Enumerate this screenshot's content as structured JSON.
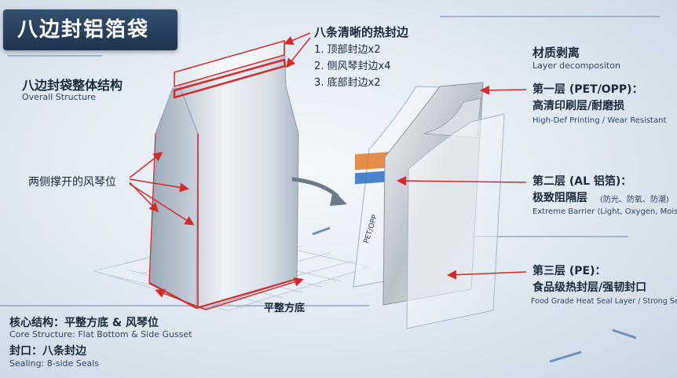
{
  "title": "八边封铝箔袋",
  "seals": {
    "heading": "八条清晰的热封边",
    "items": [
      "1. 顶部封边x2",
      "2. 侧风琴封边x4",
      "3. 底部封边x2"
    ]
  },
  "overall": {
    "cn": "八边封袋整体结构",
    "en": "Overall Structure"
  },
  "gusset_label": "两侧撑开的风琴位",
  "flat_bottom_label": "平整方底",
  "core": {
    "cn": "核心结构：平整方底 & 风琴位",
    "en": "Core Structure: Flat Bottom & Side Gusset"
  },
  "sealing": {
    "cn": "封口：八条封边",
    "en": "Sealing: 8-side Seals"
  },
  "layers_heading": {
    "cn": "材质剥离",
    "en": "Layer decompositon"
  },
  "layer1": {
    "title": "第一层 (PET/OPP)：",
    "sub": "高清印刷层/耐磨损",
    "en": "High-Def Printing / Wear Resistant"
  },
  "layer2": {
    "title": "第二层 (AL 铝箔)：",
    "sub": "极致阻隔层",
    "note": "(防光、防氧、防潮)",
    "en": "Extreme Barrier (Light, Oxygen, Moisture)"
  },
  "layer3": {
    "title": "第三层 (PE)：",
    "sub": "食品级热封层/强韧封口",
    "en": "Food Grade Heat Seal Layer / Strong Sealing"
  },
  "film_print": "PET/OPP",
  "colors": {
    "accent_red": "#d42a2a",
    "title_bg": "#253b57",
    "grid": "#8aa3be"
  }
}
